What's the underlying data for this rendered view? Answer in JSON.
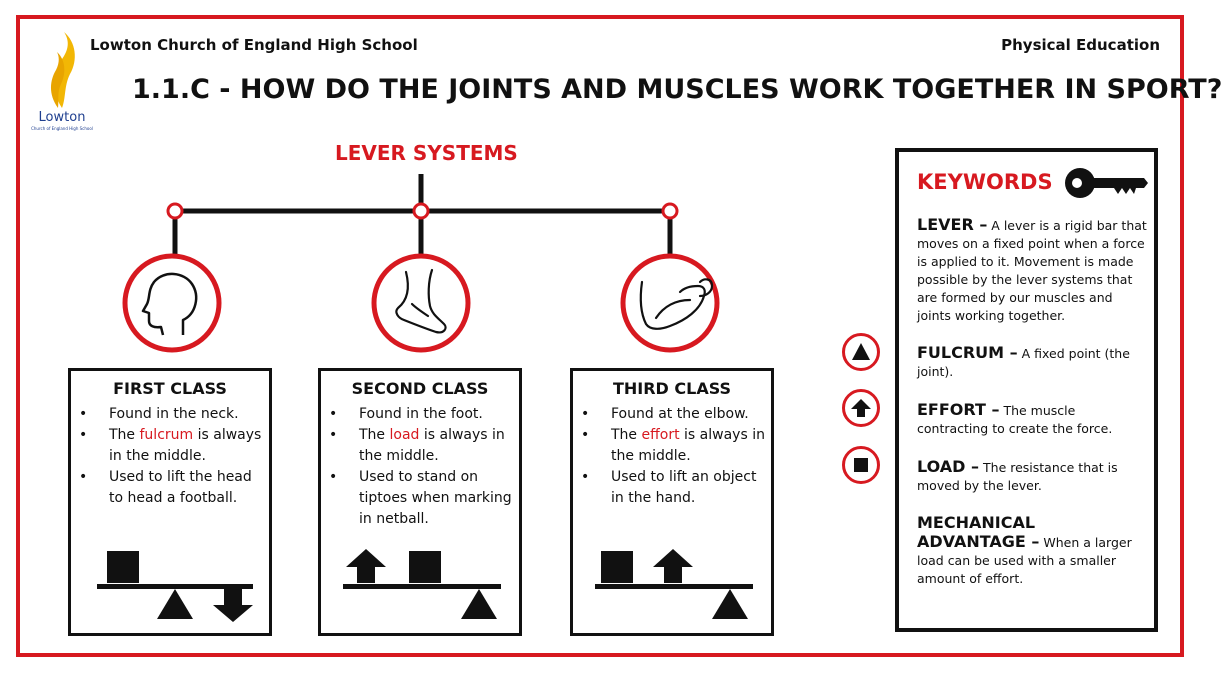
{
  "header": {
    "school_name": "Lowton Church of England High School",
    "subject": "Physical Education",
    "title": "1.1.C - HOW DO THE JOINTS AND MUSCLES WORK TOGETHER IN SPORT?",
    "logo_word": "Lowton",
    "logo_subtitle": "Church of England High School"
  },
  "lever_systems": {
    "heading": "LEVER SYSTEMS",
    "classes": [
      {
        "title": "FIRST CLASS",
        "icon": "head-icon",
        "bullets": [
          {
            "pre": "Found in the neck.",
            "highlight": "",
            "post": ""
          },
          {
            "pre": "The ",
            "highlight": "fulcrum",
            "post": " is always in the middle."
          },
          {
            "pre": "Used to lift the head to head a football.",
            "highlight": "",
            "post": ""
          }
        ]
      },
      {
        "title": "SECOND CLASS",
        "icon": "foot-icon",
        "bullets": [
          {
            "pre": "Found in the foot.",
            "highlight": "",
            "post": ""
          },
          {
            "pre": "The ",
            "highlight": "load",
            "post": " is always in the middle."
          },
          {
            "pre": "Used to stand on tiptoes when marking in netball.",
            "highlight": "",
            "post": ""
          }
        ]
      },
      {
        "title": "THIRD CLASS",
        "icon": "flexed-arm-icon",
        "bullets": [
          {
            "pre": "Found at the elbow.",
            "highlight": "",
            "post": ""
          },
          {
            "pre": "The ",
            "highlight": "effort",
            "post": " is always in the middle."
          },
          {
            "pre": "Used to lift an object in the hand.",
            "highlight": "",
            "post": ""
          }
        ]
      }
    ]
  },
  "keywords": {
    "title": "KEYWORDS",
    "icon": "key-icon",
    "entries": [
      {
        "term": "LEVER –",
        "definition": " A lever is a rigid bar that moves on a fixed point when a force is applied to it. Movement is made possible by the lever systems that are formed by our muscles and joints working together.",
        "icon": ""
      },
      {
        "term": "FULCRUM –",
        "definition": " A fixed point (the joint).",
        "icon": "triangle-icon"
      },
      {
        "term": "EFFORT –",
        "definition": " The muscle contracting to create the force.",
        "icon": "arrow-up-icon"
      },
      {
        "term": "LOAD –",
        "definition": " The resistance that is moved by the lever.",
        "icon": "square-icon"
      },
      {
        "term": "MECHANICAL ADVANTAGE –",
        "definition": " When a larger load can be used with a smaller amount of effort.",
        "icon": ""
      }
    ]
  },
  "colors": {
    "accent": "#d71920",
    "ink": "#111111",
    "logo_gold": "#f2b705",
    "logo_blue": "#1f3f8f"
  }
}
